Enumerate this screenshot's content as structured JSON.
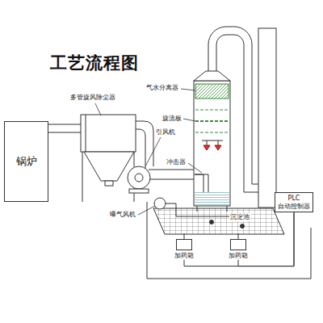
{
  "diagram": {
    "title": "工艺流程图",
    "nodes": [
      {
        "text": [
          "锅炉"
        ]
      },
      {
        "text": [
          "PLC",
          "自动控制器"
        ]
      },
      {
        "text": [
          "加药箱"
        ]
      },
      {
        "text": [
          "加药箱"
        ]
      }
    ],
    "edges": [
      {
        "from": 1,
        "to": 2,
        "arrow": "none"
      },
      {
        "from": 1,
        "to": 3,
        "arrow": "none"
      }
    ],
    "labels": [
      "多管旋风除尘器",
      "引风机",
      "气水分离器",
      "旋流板",
      "冲击器",
      "曝气风机",
      "沉淀池"
    ]
  }
}
